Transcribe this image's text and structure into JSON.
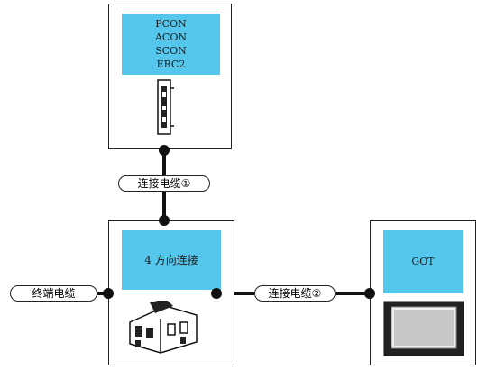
{
  "controller": {
    "models": [
      "PCON",
      "ACON",
      "SCON",
      "ERC2"
    ]
  },
  "hub": {
    "label": "4 方向连接"
  },
  "got": {
    "label": "GOT"
  },
  "cables": {
    "cable1": "连接电缆①",
    "cable2": "连接电缆②",
    "terminal": "终端电缆"
  },
  "colors": {
    "panel": "#55c6ec",
    "line": "#111111"
  }
}
